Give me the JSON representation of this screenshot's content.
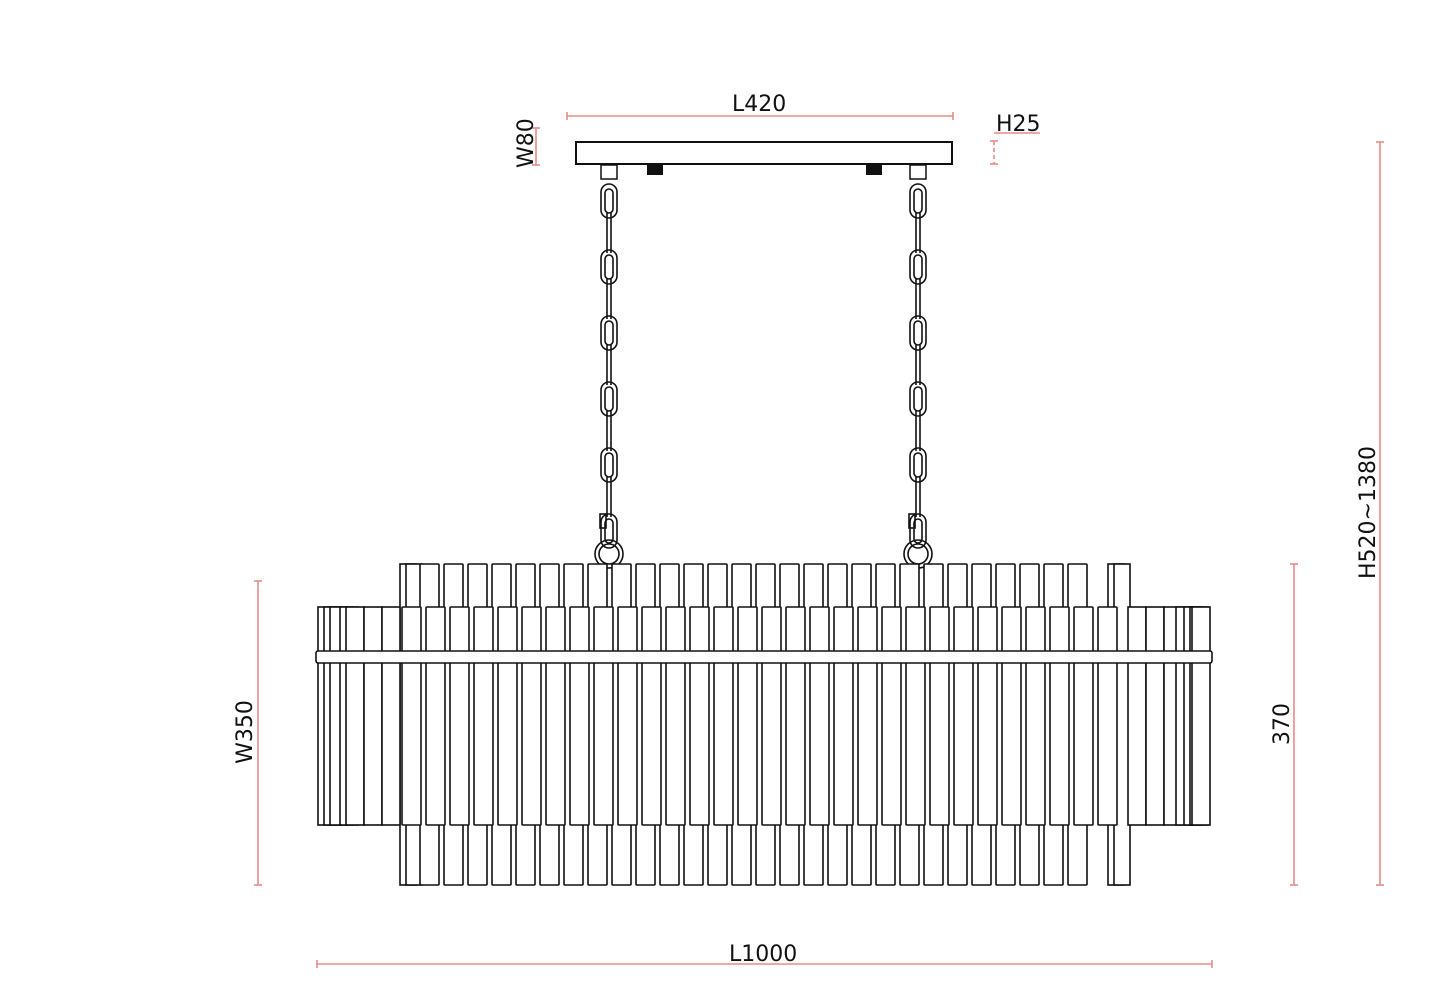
{
  "title": "Linear crystal chandelier dimension drawing",
  "colors": {
    "outline": "#111111",
    "dimension_line": "#e88a8a",
    "background": "#ffffff"
  },
  "dimensions": {
    "canopy_length": "L420",
    "canopy_width": "W80",
    "canopy_height": "H25",
    "overall_length": "L1000",
    "overall_width": "W350",
    "body_height": "370",
    "overall_height": "H520~1380"
  },
  "components": {
    "canopy": "ceiling-canopy",
    "chains": 2,
    "crystal_bars_outer_row": 30,
    "crystal_bars_inner_row": 36,
    "band": "horizontal-ring"
  }
}
